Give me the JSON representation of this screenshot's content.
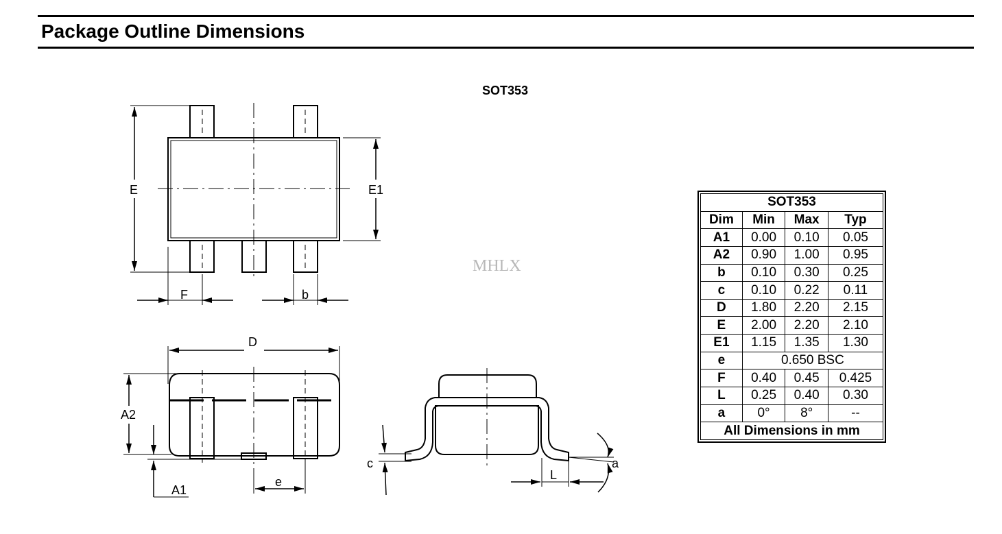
{
  "header": {
    "title": "Package Outline Dimensions"
  },
  "drawing": {
    "package_title": "SOT353",
    "watermark": "MHLX",
    "labels": {
      "E": "E",
      "E1": "E1",
      "F": "F",
      "b": "b",
      "D": "D",
      "A2": "A2",
      "A1": "A1",
      "e": "e",
      "c": "c",
      "L": "L",
      "a": "a"
    }
  },
  "dimension_table": {
    "title": "SOT353",
    "headers": [
      "Dim",
      "Min",
      "Max",
      "Typ"
    ],
    "rows": [
      {
        "dim": "A1",
        "min": "0.00",
        "max": "0.10",
        "typ": "0.05"
      },
      {
        "dim": "A2",
        "min": "0.90",
        "max": "1.00",
        "typ": "0.95"
      },
      {
        "dim": "b",
        "min": "0.10",
        "max": "0.30",
        "typ": "0.25"
      },
      {
        "dim": "c",
        "min": "0.10",
        "max": "0.22",
        "typ": "0.11"
      },
      {
        "dim": "D",
        "min": "1.80",
        "max": "2.20",
        "typ": "2.15"
      },
      {
        "dim": "E",
        "min": "2.00",
        "max": "2.20",
        "typ": "2.10"
      },
      {
        "dim": "E1",
        "min": "1.15",
        "max": "1.35",
        "typ": "1.30"
      },
      {
        "dim": "e",
        "span": "0.650 BSC"
      },
      {
        "dim": "F",
        "min": "0.40",
        "max": "0.45",
        "typ": "0.425"
      },
      {
        "dim": "L",
        "min": "0.25",
        "max": "0.40",
        "typ": "0.30"
      },
      {
        "dim": "a",
        "min": "0°",
        "max": "8°",
        "typ": "--"
      }
    ],
    "footer": "All Dimensions in mm"
  }
}
